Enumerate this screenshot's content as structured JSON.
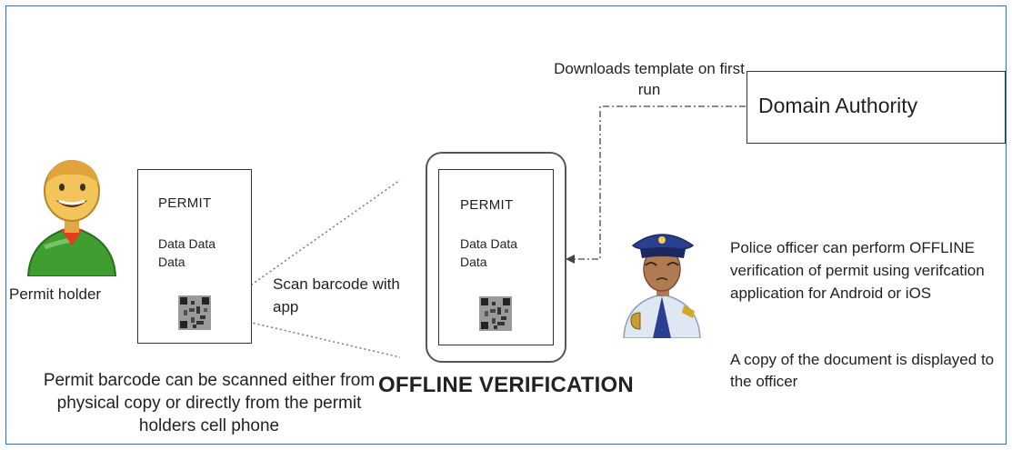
{
  "labels": {
    "permit_holder": "Permit holder",
    "scan_barcode": "Scan barcode with app",
    "bottom_note": "Permit barcode can be scanned either from physical copy or directly from the permit holders cell phone",
    "offline_verification": "OFFLINE VERIFICATION",
    "downloads_template": "Downloads template on first run",
    "domain_authority": "Domain Authority",
    "police_description": "Police officer can perform OFFLINE verification of permit using verifcation application for Android or iOS",
    "copy_description": "A copy of the document is displayed to the officer"
  },
  "paper_permit": {
    "title": "PERMIT",
    "data": "Data Data Data"
  },
  "phone_permit": {
    "title": "PERMIT",
    "data": "Data Data Data"
  },
  "icons": [
    "permit-holder-icon",
    "qr-code-icon",
    "police-officer-icon"
  ],
  "colors": {
    "frame_border": "#3d6fb3",
    "person_green": "#3f9e2f",
    "person_skin": "#f2c45a",
    "police_blue": "#2a3f8f",
    "police_skin": "#b07a52"
  }
}
